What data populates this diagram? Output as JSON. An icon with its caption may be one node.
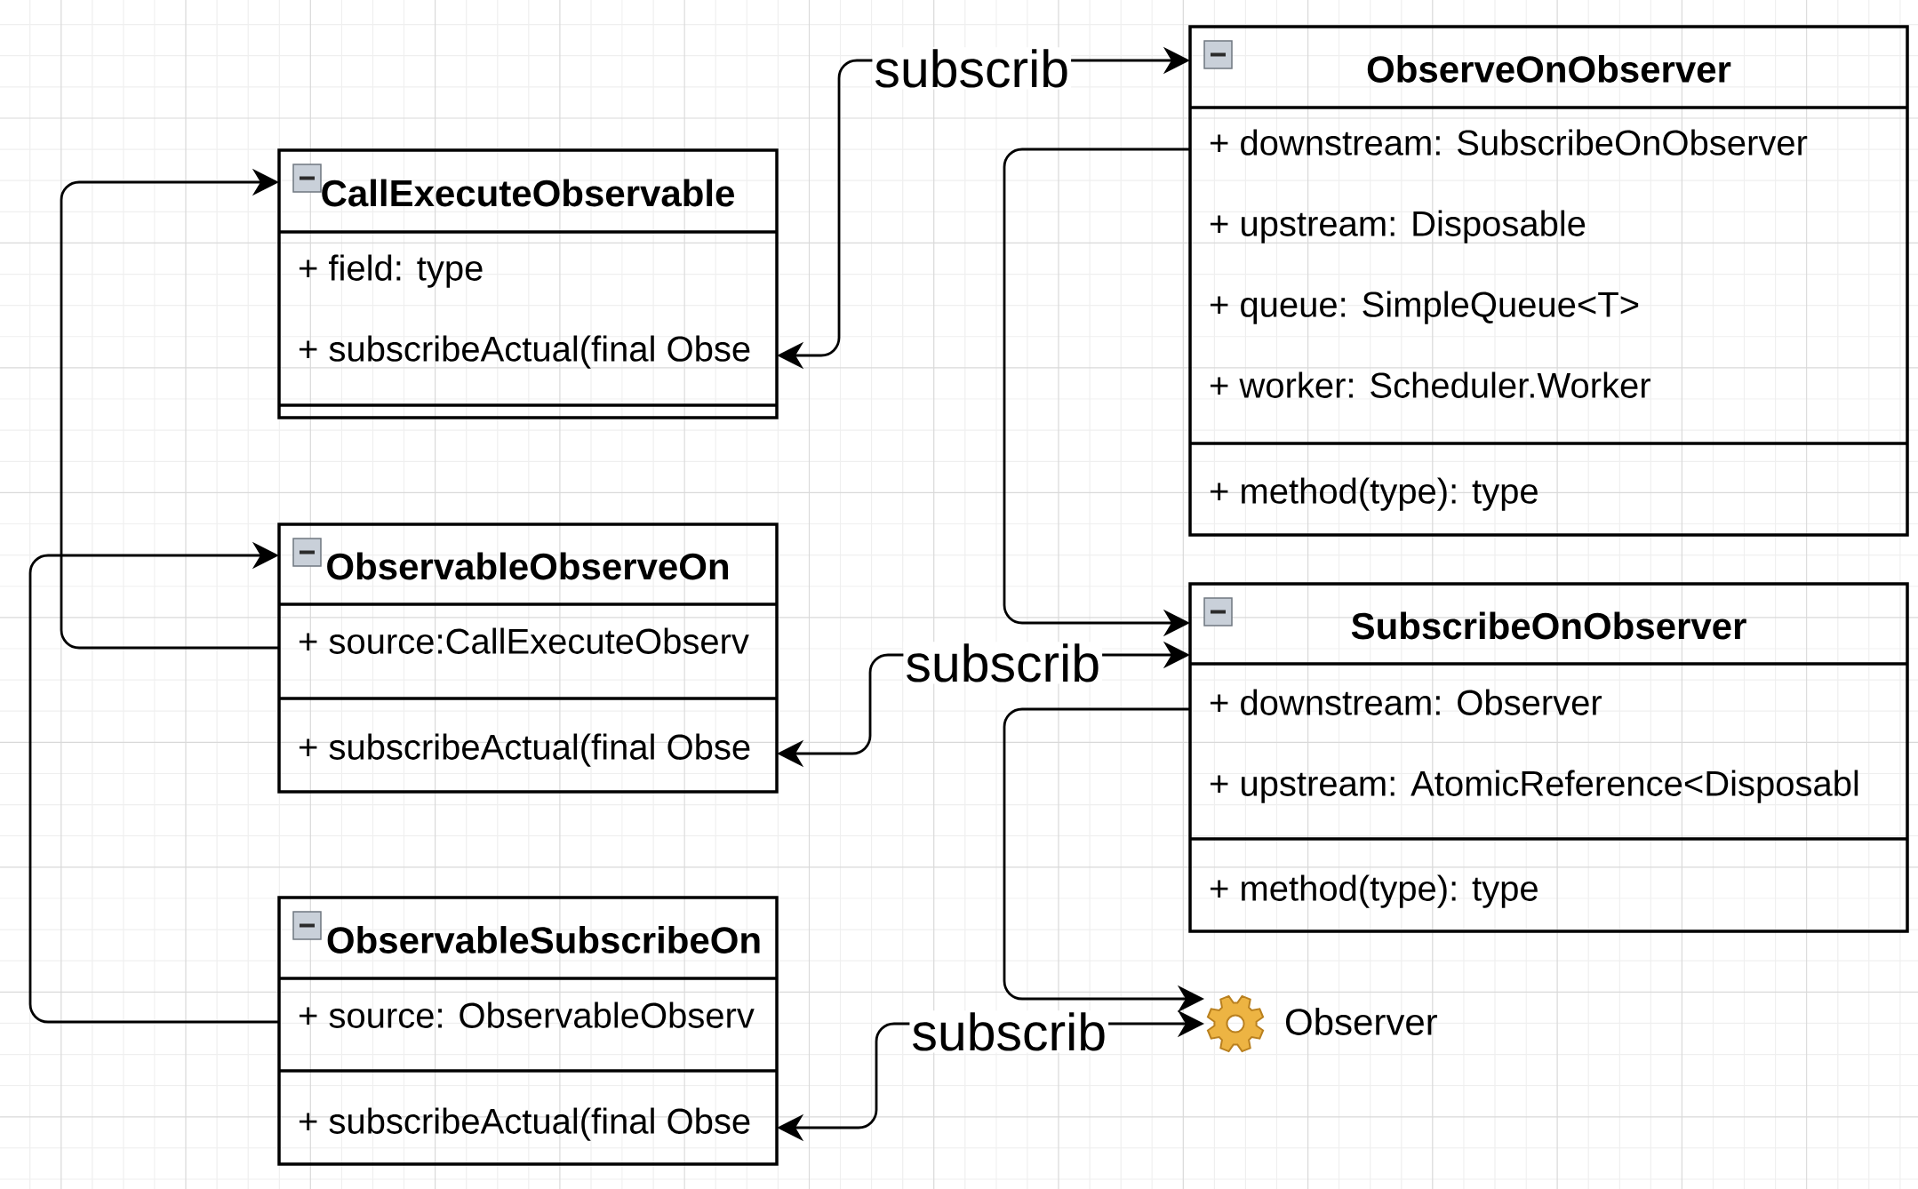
{
  "diagram": {
    "nodes": [
      {
        "text": [
          "CallExecuteObservable"
        ]
      },
      {
        "text": [
          "+ field: type"
        ],
        "in": 0
      },
      {
        "text": [
          "+ subscribeActual(final Obse"
        ],
        "in": 0
      },
      {
        "text": [
          "ObservableObserveOn"
        ]
      },
      {
        "text": [
          "+ source:CallExecuteObserv"
        ],
        "in": 3
      },
      {
        "text": [
          "+ subscribeActual(final Obse"
        ],
        "in": 3
      },
      {
        "text": [
          "ObservableSubscribeOn"
        ]
      },
      {
        "text": [
          "+ source: ObservableObserv"
        ],
        "in": 6
      },
      {
        "text": [
          "+ subscribeActual(final Obse"
        ],
        "in": 6
      },
      {
        "text": [
          "ObserveOnObserver"
        ]
      },
      {
        "text": [
          "+ downstream: SubscribeOnObserver"
        ],
        "in": 9
      },
      {
        "text": [
          "+ upstream: Disposable"
        ],
        "in": 9
      },
      {
        "text": [
          "+ queue: SimpleQueue<T>"
        ],
        "in": 9
      },
      {
        "text": [
          "+ worker: Scheduler.Worker"
        ],
        "in": 9
      },
      {
        "text": [
          "+ method(type): type"
        ],
        "in": 9
      },
      {
        "text": [
          "SubscribeOnObserver"
        ]
      },
      {
        "text": [
          "+ downstream: Observer"
        ],
        "in": 15
      },
      {
        "text": [
          "+ upstream: AtomicReference<Disposabl"
        ],
        "in": 15
      },
      {
        "text": [
          "+ method(type): type"
        ],
        "in": 15
      },
      {
        "text": [
          "Observer"
        ]
      }
    ],
    "edges": [
      {
        "from": 4,
        "to": 0,
        "arrow": "to"
      },
      {
        "from": 7,
        "to": 3,
        "arrow": "to"
      },
      {
        "from": 2,
        "to": 9,
        "arrow": "both",
        "label": "subscrib"
      },
      {
        "from": 5,
        "to": 15,
        "arrow": "both",
        "label": "subscrib"
      },
      {
        "from": 8,
        "to": 19,
        "arrow": "both",
        "label": "subscrib"
      },
      {
        "from": 10,
        "to": 15,
        "arrow": "to"
      },
      {
        "from": 16,
        "to": 19,
        "arrow": "to"
      }
    ]
  }
}
